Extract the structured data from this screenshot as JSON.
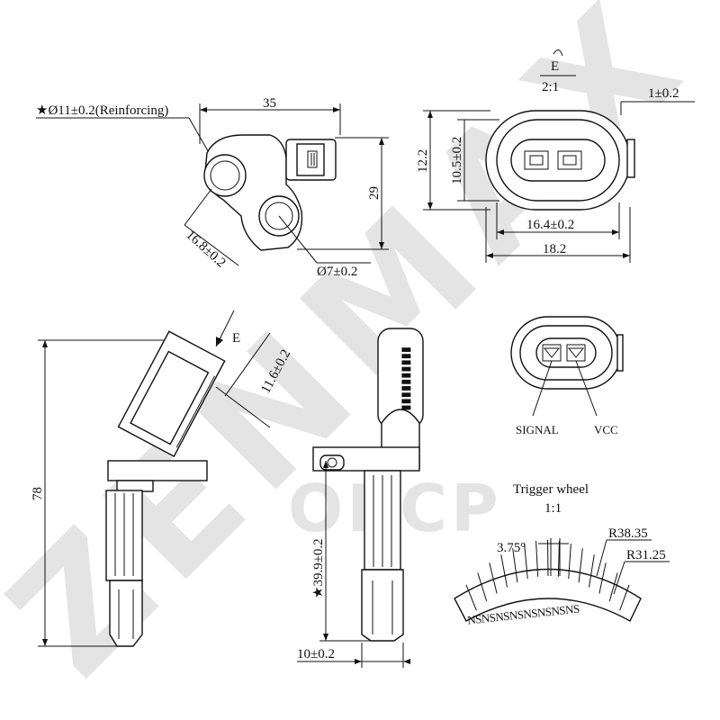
{
  "watermark": {
    "text": "ZENMAX",
    "logo": "OBCP"
  },
  "top_left_view": {
    "dim_width": "35",
    "dim_height": "29",
    "reinforcing": "★Ø11±0.2(Reinforcing)",
    "dim_diag": "16.8±0.2",
    "hole": "Ø7±0.2"
  },
  "connector_view": {
    "view_label": "E",
    "scale": "2:1",
    "dim_top_right": "1±0.2",
    "dim_outer_h": "12.2",
    "dim_inner_h": "10.5±0.2",
    "dim_inner_w": "16.4±0.2",
    "dim_outer_w": "18.2"
  },
  "side_view": {
    "height": "78",
    "view_arrow": "E",
    "dim_tilt": "11.6±0.2"
  },
  "front_view": {
    "length": "★39.9±0.2",
    "width": "10±0.2"
  },
  "pinout": {
    "pin1": "SIGNAL",
    "pin2": "VCC"
  },
  "trigger_wheel": {
    "title": "Trigger wheel",
    "scale": "1:1",
    "angle": "3.75°",
    "r_outer": "R38.35",
    "r_inner": "R31.25",
    "poles": "NSNSNSNSNSNSNSNS"
  }
}
